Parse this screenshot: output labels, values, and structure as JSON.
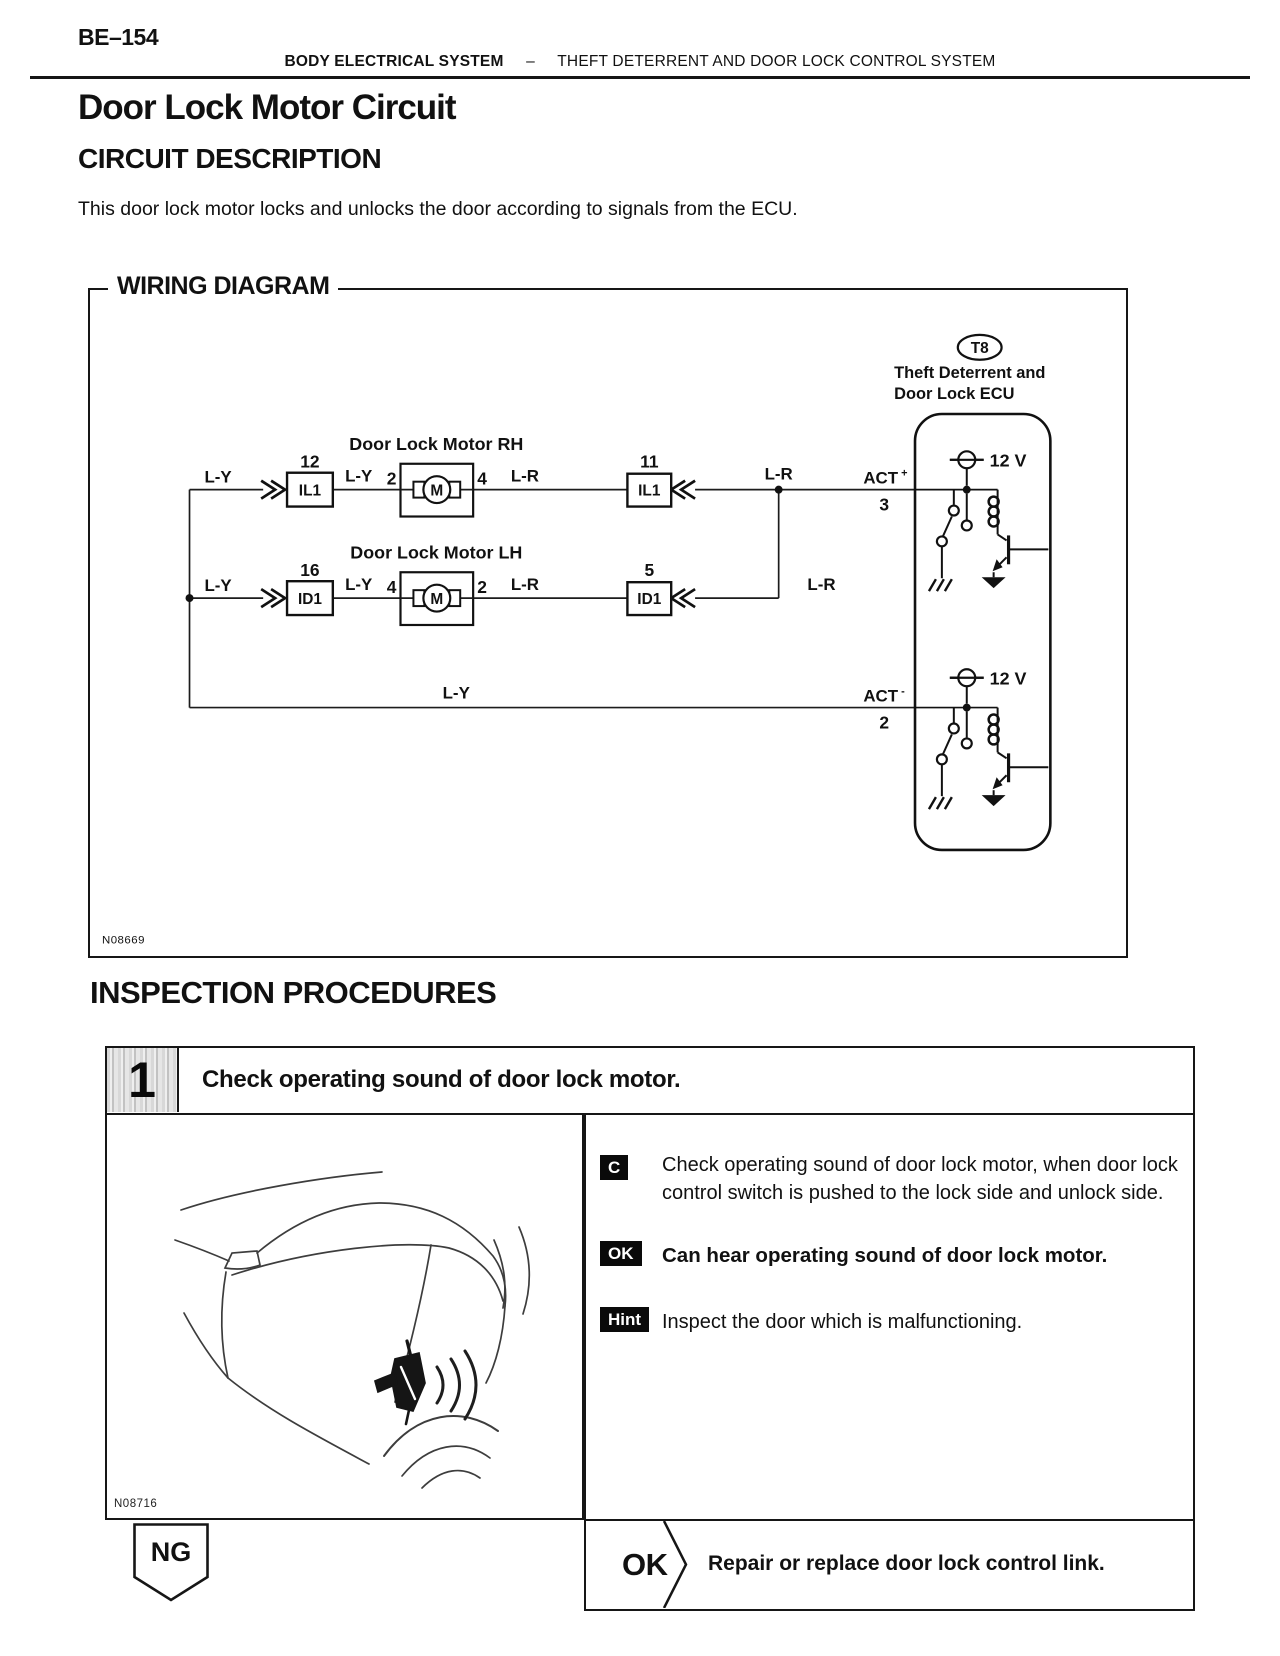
{
  "page": {
    "number": "BE–154",
    "header_bold": "BODY ELECTRICAL SYSTEM",
    "header_dash": "–",
    "header_rest": "THEFT DETERRENT AND DOOR LOCK CONTROL SYSTEM",
    "title": "Door Lock Motor Circuit",
    "circuit_heading": "CIRCUIT DESCRIPTION",
    "circuit_description": "This door lock motor locks and unlocks the door according to signals from the ECU."
  },
  "wiring": {
    "box_label": "WIRING DIAGRAM",
    "figure_code": "N08669",
    "bus_wire": "L-Y",
    "ecu": {
      "tag": "T8",
      "name_line1": "Theft Deterrent and",
      "name_line2": "Door Lock ECU",
      "supply_top": "12 V",
      "supply_bottom": "12 V",
      "act_plus": {
        "name": "ACT",
        "sign": "+",
        "pin": "3"
      },
      "act_minus": {
        "name": "ACT",
        "sign": "-",
        "pin": "2"
      }
    },
    "rh": {
      "title": "Door Lock Motor RH",
      "wire_feed": "L-Y",
      "conn_left_pin": "12",
      "conn_left": "IL1",
      "wire_left": "L-Y",
      "term_left": "2",
      "motor_letter": "M",
      "term_right": "4",
      "wire_right": "L-R",
      "conn_right_pin": "11",
      "conn_right": "IL1",
      "wire_out": "L-R"
    },
    "lh": {
      "title": "Door Lock Motor LH",
      "wire_feed": "L-Y",
      "conn_left_pin": "16",
      "conn_left": "ID1",
      "wire_left": "L-Y",
      "term_left": "4",
      "motor_letter": "M",
      "term_right": "2",
      "wire_right": "L-R",
      "conn_right_pin": "5",
      "conn_right": "ID1",
      "wire_out": "L-R"
    }
  },
  "inspection": {
    "heading": "INSPECTION PROCEDURES",
    "step": {
      "number": "1",
      "title": "Check operating sound of door lock motor.",
      "figure_code": "N08716",
      "check_badge": "C",
      "check_text": "Check operating sound of door lock motor, when door lock control switch is pushed to the lock side and unlock side.",
      "ok_badge": "OK",
      "ok_text": "Can hear operating sound of door lock motor.",
      "hint_badge": "Hint",
      "hint_text": "Inspect the door which is malfunctioning.",
      "ng_label": "NG",
      "result_badge": "OK",
      "result_text": "Repair or replace door lock control link."
    }
  },
  "colors": {
    "ink": "#111111",
    "paper": "#ffffff"
  }
}
